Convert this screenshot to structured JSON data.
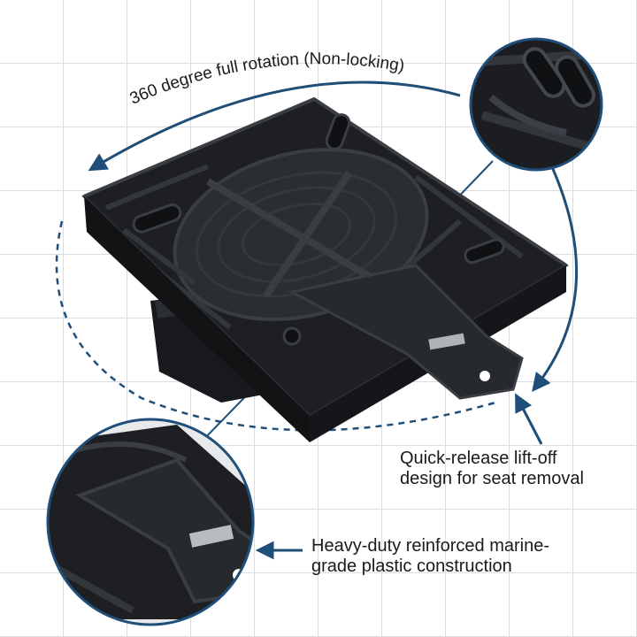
{
  "annotations": {
    "rotation": "360 degree full rotation (Non-locking)",
    "quick_release_line1": "Quick-release lift-off",
    "quick_release_line2": "design for seat removal",
    "heavy_duty_line1": "Heavy-duty reinforced marine-",
    "heavy_duty_line2": "grade plastic construction"
  },
  "colors": {
    "accent": "#1f4e79",
    "product": "#1d1f22",
    "product_highlight": "#3a3d42",
    "grid": "#d9dde2",
    "text": "#1a1a1a"
  },
  "icons": {
    "rotation_arrow": "curved-arrow-icon",
    "pointer_arrow": "arrow-icon"
  }
}
